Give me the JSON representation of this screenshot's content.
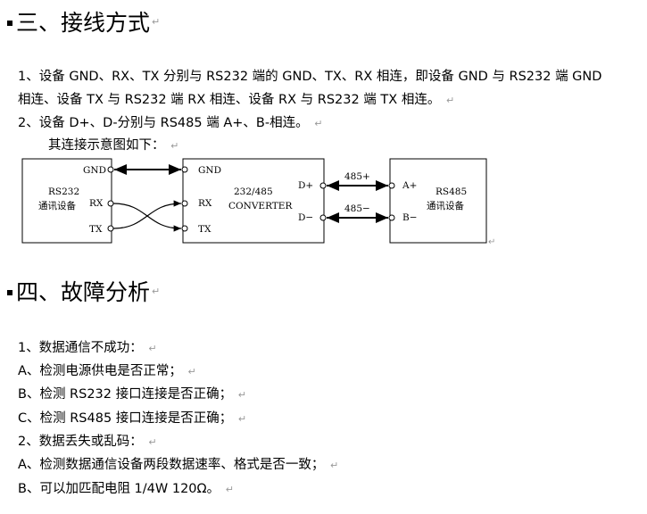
{
  "sections": {
    "wiring": {
      "title": "三、接线方式",
      "para1_line1": "1、设备 GND、RX、TX 分别与 RS232 端的 GND、TX、RX 相连，即设备 GND 与 RS232 端 GND",
      "para1_line2": "相连、设备 TX 与 RS232 端 RX 相连、设备 RX 与 RS232 端 TX 相连。",
      "para2": "2、设备 D+、D-分别与 RS485 端 A+、B-相连。",
      "diagram_caption": "其连接示意图如下："
    },
    "fault": {
      "title": "四、故障分析",
      "items": [
        "1、数据通信不成功：",
        "A、检测电源供电是否正常；",
        "B、检测 RS232 接口连接是否正确；",
        "C、检测 RS485 接口连接是否正确；",
        "2、数据丢失或乱码：",
        "A、检测数据通信设备两段数据速率、格式是否一致；",
        "B、可以加匹配电阻 1/4W 120Ω。"
      ]
    }
  },
  "return_mark": "↵",
  "diagram": {
    "left_device": [
      "RS232",
      "通讯设备"
    ],
    "left_pins": [
      "GND",
      "RX",
      "TX"
    ],
    "converter_pins": [
      "GND",
      "RX",
      "TX"
    ],
    "converter_label": [
      "232/485",
      "CONVERTER"
    ],
    "converter_out": [
      "D+",
      "D−"
    ],
    "line_labels": [
      "485+",
      "485−"
    ],
    "right_pins": [
      "A+",
      "B−"
    ],
    "right_device": [
      "RS485",
      "通讯设备"
    ]
  }
}
